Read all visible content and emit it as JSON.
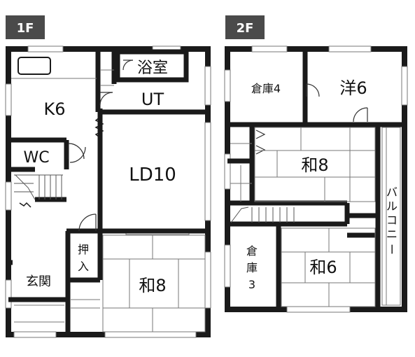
{
  "floors": {
    "first": {
      "tag": "1F",
      "rooms": {
        "kitchen": "K6",
        "bath": "浴室",
        "utility": "UT",
        "toilet": "WC",
        "living_dining": "LD10",
        "storage_char1": "押",
        "storage_char2": "入",
        "entrance": "玄関",
        "japanese_room": "和8"
      }
    },
    "second": {
      "tag": "2F",
      "rooms": {
        "storage_4": "倉庫4",
        "western_room": "洋6",
        "japanese_room_8": "和8",
        "storage3_line1": "倉",
        "storage3_line2": "庫",
        "storage3_line3": "3",
        "japanese_room_6": "和6",
        "balcony_chars": [
          "バ",
          "ル",
          "コ",
          "ニ",
          "ー"
        ]
      }
    }
  },
  "colors": {
    "wall": "#1a1a1a",
    "tag_background": "#4a4a4a",
    "background": "#ffffff",
    "line": "#555555"
  }
}
